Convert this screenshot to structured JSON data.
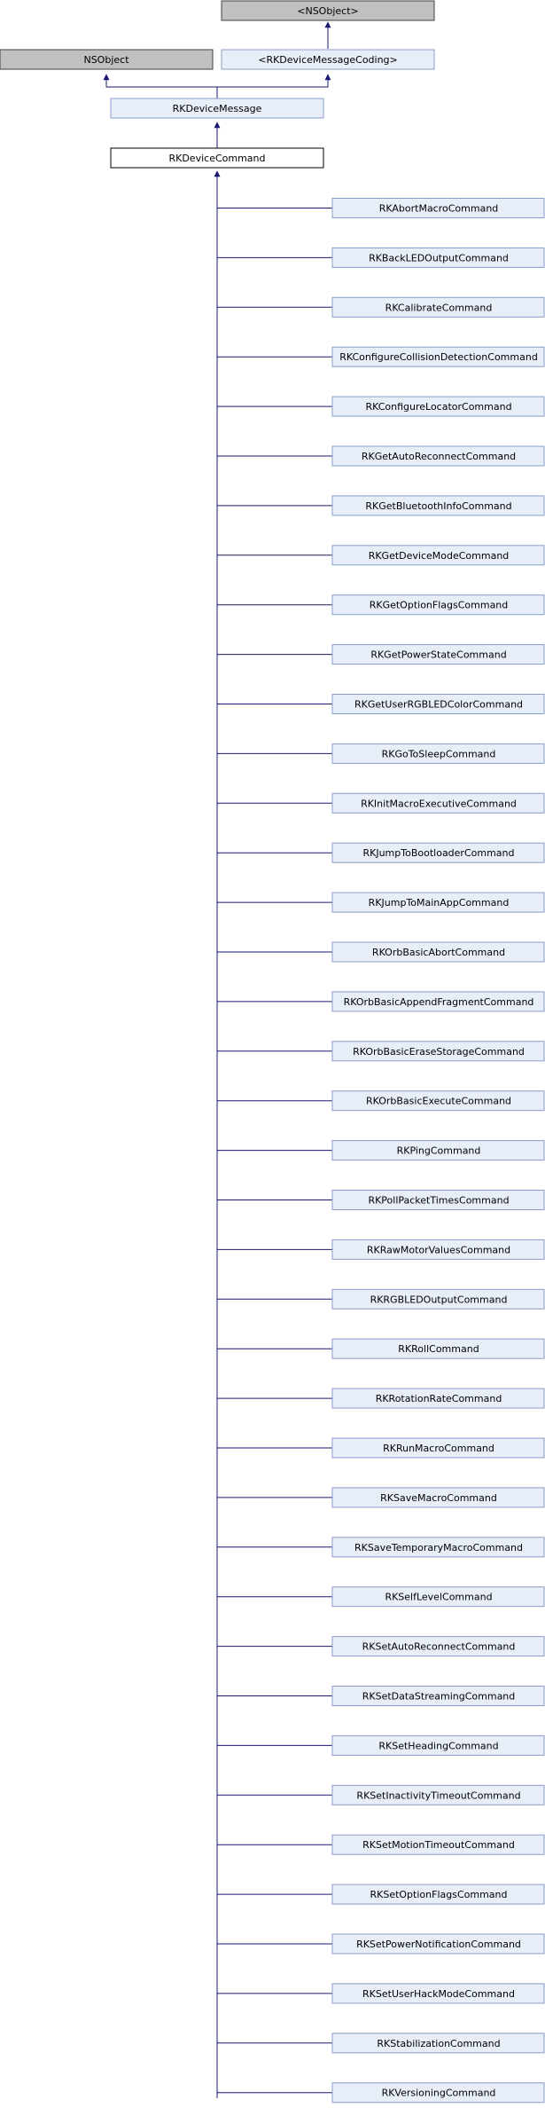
{
  "colors": {
    "edge": "#191970",
    "node_fill": "#e8eef8",
    "node_border": "#8a9cc8",
    "external_fill": "#c0c0c0",
    "external_border": "#404040",
    "current_fill": "#ffffff",
    "current_border": "#000000"
  },
  "nodes": {
    "nsobject_protocol": "<NSObject>",
    "nsobject_class": "NSObject",
    "coding_protocol": "<RKDeviceMessageCoding>",
    "device_message": "RKDeviceMessage",
    "device_command": "RKDeviceCommand"
  },
  "subclasses": [
    "RKAbortMacroCommand",
    "RKBackLEDOutputCommand",
    "RKCalibrateCommand",
    "RKConfigureCollisionDetectionCommand",
    "RKConfigureLocatorCommand",
    "RKGetAutoReconnectCommand",
    "RKGetBluetoothInfoCommand",
    "RKGetDeviceModeCommand",
    "RKGetOptionFlagsCommand",
    "RKGetPowerStateCommand",
    "RKGetUserRGBLEDColorCommand",
    "RKGoToSleepCommand",
    "RKInitMacroExecutiveCommand",
    "RKJumpToBootloaderCommand",
    "RKJumpToMainAppCommand",
    "RKOrbBasicAbortCommand",
    "RKOrbBasicAppendFragmentCommand",
    "RKOrbBasicEraseStorageCommand",
    "RKOrbBasicExecuteCommand",
    "RKPingCommand",
    "RKPollPacketTimesCommand",
    "RKRawMotorValuesCommand",
    "RKRGBLEDOutputCommand",
    "RKRollCommand",
    "RKRotationRateCommand",
    "RKRunMacroCommand",
    "RKSaveMacroCommand",
    "RKSaveTemporaryMacroCommand",
    "RKSelfLevelCommand",
    "RKSetAutoReconnectCommand",
    "RKSetDataStreamingCommand",
    "RKSetHeadingCommand",
    "RKSetInactivityTimeoutCommand",
    "RKSetMotionTimeoutCommand",
    "RKSetOptionFlagsCommand",
    "RKSetPowerNotificationCommand",
    "RKSetUserHackModeCommand",
    "RKStabilizationCommand",
    "RKVersioningCommand"
  ]
}
